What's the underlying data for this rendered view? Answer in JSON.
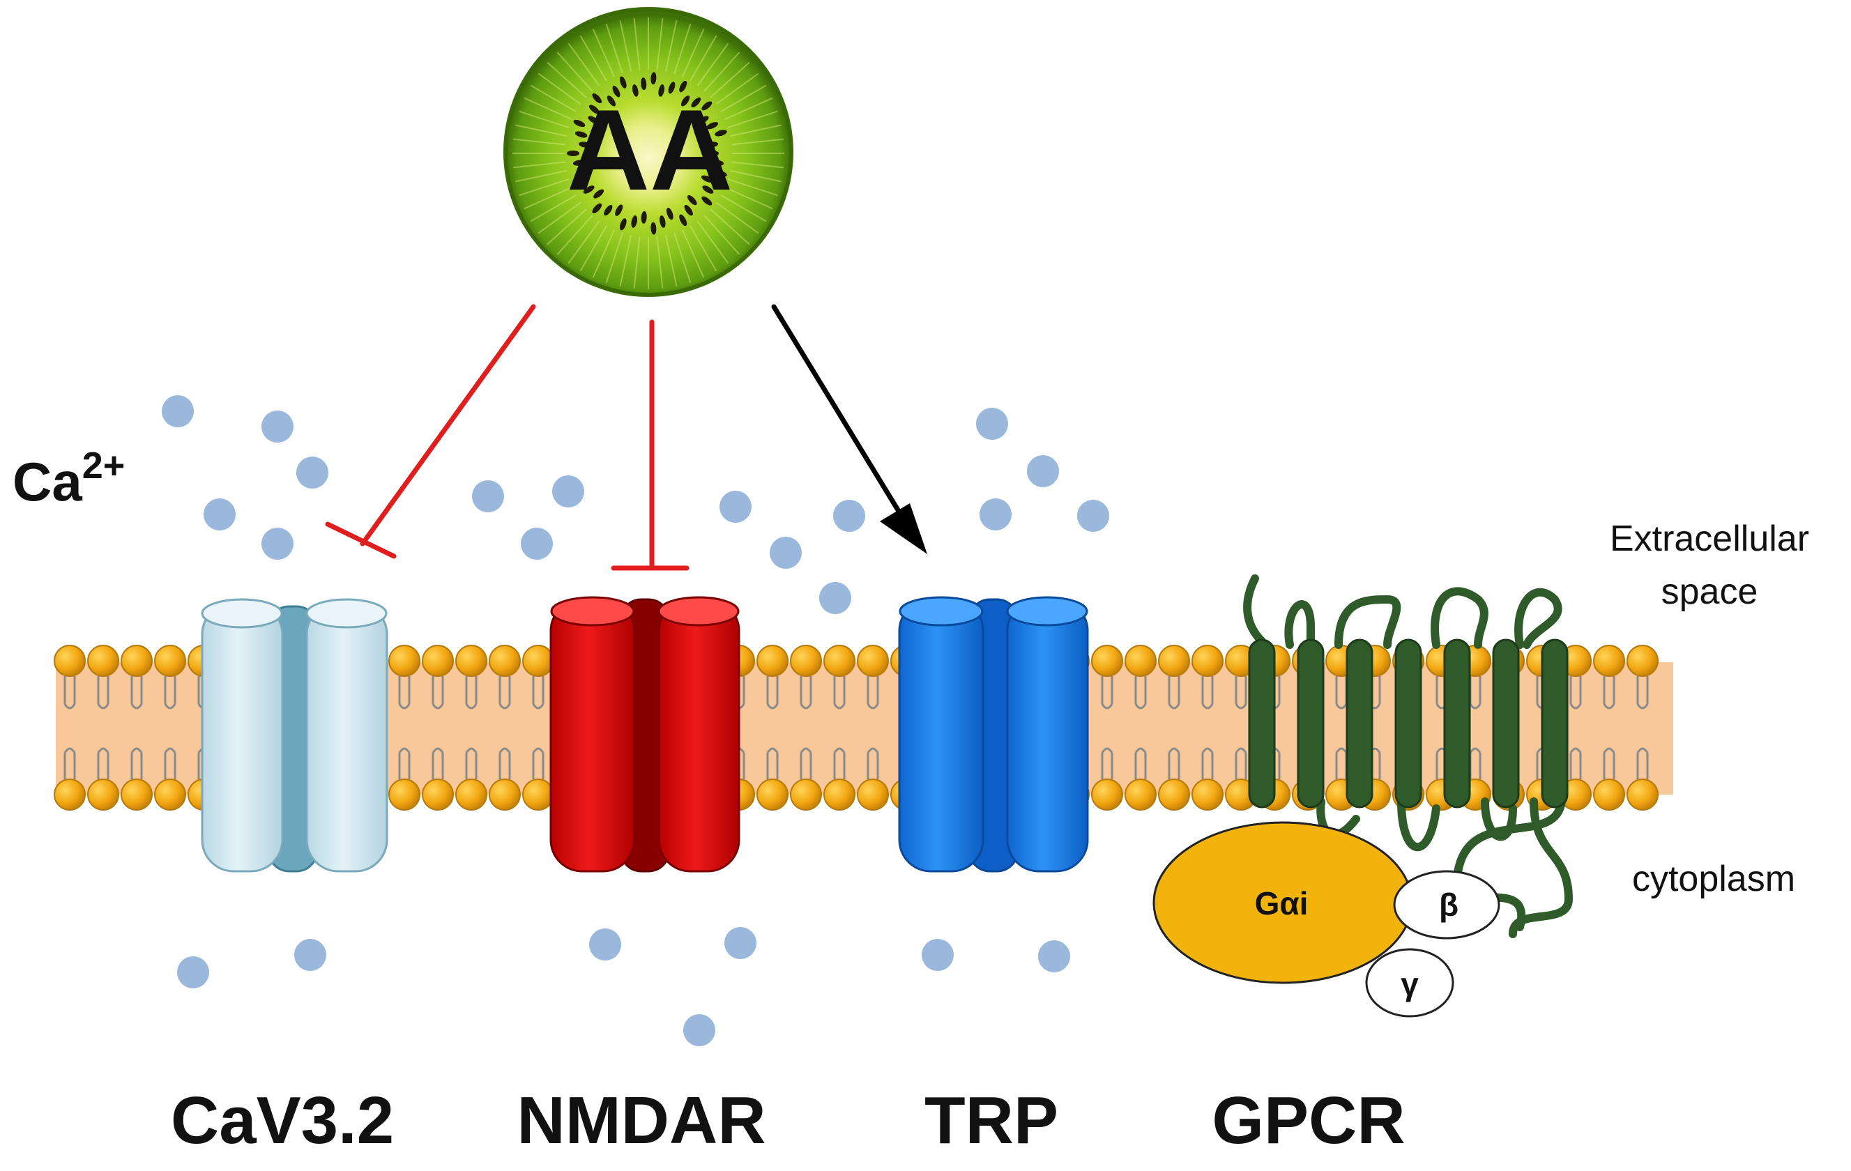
{
  "ligand": {
    "label": "AA"
  },
  "ion": {
    "symbol": "Ca",
    "charge": "2+"
  },
  "compartments": {
    "extracellular_line1": "Extracellular",
    "extracellular_line2": "space",
    "cytoplasm": "cytoplasm"
  },
  "channels": [
    {
      "id": "cav32",
      "label": "CaV3.2",
      "effect": "inhibit",
      "color": "#cfe6ef",
      "core_color": "#6fa8bd"
    },
    {
      "id": "nmdar",
      "label": "NMDAR",
      "effect": "inhibit",
      "color": "#dd0000",
      "core_color": "#8a0000"
    },
    {
      "id": "trp",
      "label": "TRP",
      "effect": "activate",
      "color": "#1a7fe8",
      "core_color": "#0d5fc7"
    },
    {
      "id": "gpcr",
      "label": "GPCR",
      "effect": "none",
      "color": "#2f5a2a",
      "core_color": "#2f5a2a"
    }
  ],
  "g_protein": {
    "alpha": "Gαi",
    "beta": "β",
    "gamma": "γ",
    "alpha_color": "#f2b40a"
  },
  "colors": {
    "inhibit": "#e01e1e",
    "activate": "#000000",
    "membrane_fill": "#f8c79a",
    "lipid_head": "#f2a712",
    "ion_dot": "#9ab8dc"
  }
}
